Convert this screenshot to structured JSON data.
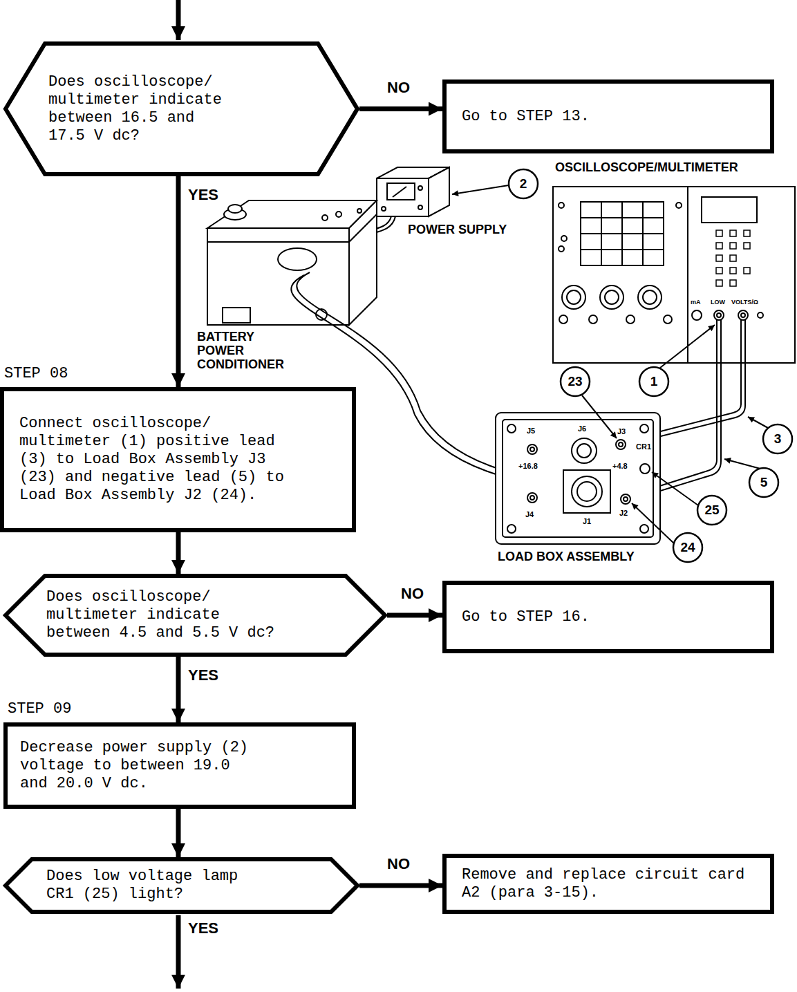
{
  "diagram": {
    "nodes": [
      {
        "text": [
          "Does oscilloscope/ multimeter indicate between 16.5 and 17.5 V dc?"
        ]
      },
      {
        "text": [
          "Go to STEP 13."
        ]
      },
      {
        "text": [
          "STEP 08",
          "Connect oscilloscope/ multimeter (1) positive lead (3) to Load Box Assembly J3 (23) and negative lead (5) to Load Box Assembly J2 (24)."
        ]
      },
      {
        "text": [
          "Does oscilloscope/ multimeter indicate between 4.5 and 5.5 V dc?"
        ]
      },
      {
        "text": [
          "Go to STEP 16."
        ]
      },
      {
        "text": [
          "STEP 09",
          "Decrease power supply (2) voltage to between 19.0 and 20.0 V dc."
        ]
      },
      {
        "text": [
          "Does low voltage lamp CR1 (25) light?"
        ]
      },
      {
        "text": [
          "Remove and replace circuit card A2 (para 3-15)."
        ]
      }
    ],
    "edges": [
      {
        "from": 0,
        "to": 1,
        "arrow": "to",
        "label": "NO"
      },
      {
        "from": 0,
        "to": 2,
        "arrow": "to",
        "label": "YES"
      },
      {
        "from": 2,
        "to": 3,
        "arrow": "to"
      },
      {
        "from": 3,
        "to": 4,
        "arrow": "to",
        "label": "NO"
      },
      {
        "from": 3,
        "to": 5,
        "arrow": "to",
        "label": "YES"
      },
      {
        "from": 5,
        "to": 6,
        "arrow": "to"
      },
      {
        "from": 6,
        "to": 7,
        "arrow": "to",
        "label": "NO"
      }
    ],
    "labels": [
      "OSCILLOSCOPE/MULTIMETER",
      "POWER SUPPLY",
      "BATTERY POWER CONDITIONER",
      "LOAD BOX ASSEMBLY",
      "2",
      "23",
      "1",
      "3",
      "5",
      "25",
      "24",
      "J5",
      "J6",
      "J3",
      "CR1",
      "+16.8",
      "+4.8",
      "J4",
      "J1",
      "J2",
      "mA",
      "LOW",
      "VOLTS/Ω",
      "YES"
    ]
  }
}
